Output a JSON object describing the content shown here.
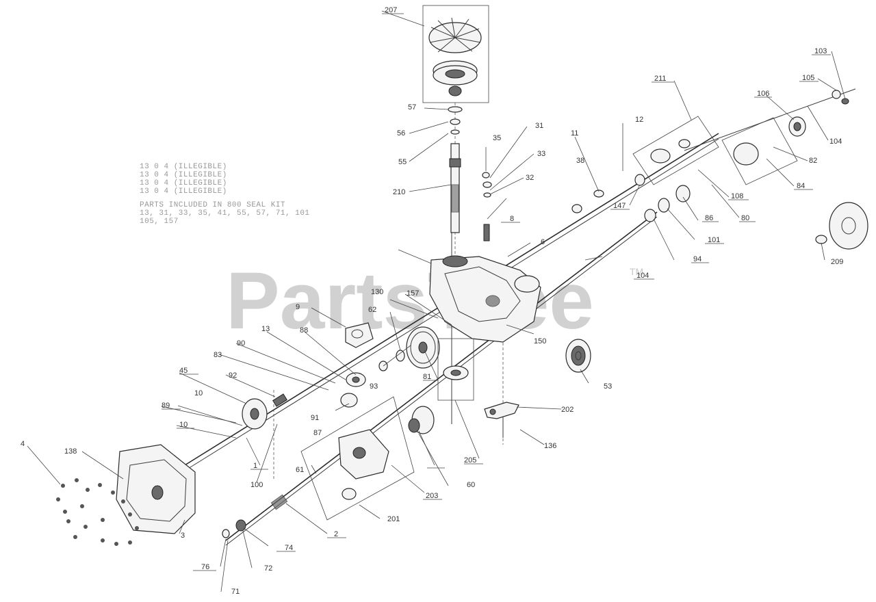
{
  "watermark": "PartsTree",
  "trademark": "TM",
  "notes": [
    "13 0 4 (ILLEGIBLE)",
    "13 0 4 (ILLEGIBLE)",
    "13 0 4 (ILLEGIBLE)",
    "13 0 4 (ILLEGIBLE)",
    "PARTS INCLUDED IN 800 SEAL KIT",
    "13, 31, 33, 35, 41, 55, 57, 71, 101",
    "105, 157"
  ],
  "callouts": [
    {
      "id": "c01",
      "label": "207"
    },
    {
      "id": "c02",
      "label": "57"
    },
    {
      "id": "c03",
      "label": "56"
    },
    {
      "id": "c04",
      "label": "55"
    },
    {
      "id": "c05",
      "label": "210"
    },
    {
      "id": "c06",
      "label": "35"
    },
    {
      "id": "c07",
      "label": "31"
    },
    {
      "id": "c08",
      "label": "33"
    },
    {
      "id": "c09",
      "label": "32"
    },
    {
      "id": "c10",
      "label": "11"
    },
    {
      "id": "c11",
      "label": "12"
    },
    {
      "id": "c12",
      "label": "211"
    },
    {
      "id": "c13",
      "label": "106"
    },
    {
      "id": "c14",
      "label": "105"
    },
    {
      "id": "c15",
      "label": "103"
    },
    {
      "id": "c16",
      "label": "104"
    },
    {
      "id": "c17",
      "label": "82"
    },
    {
      "id": "c18",
      "label": "84"
    },
    {
      "id": "c19",
      "label": "108"
    },
    {
      "id": "c20",
      "label": "147"
    },
    {
      "id": "c21",
      "label": "86"
    },
    {
      "id": "c22",
      "label": "80"
    },
    {
      "id": "c23",
      "label": "101"
    },
    {
      "id": "c24",
      "label": "94"
    },
    {
      "id": "c25",
      "label": "209"
    },
    {
      "id": "c26",
      "label": "8"
    },
    {
      "id": "c27",
      "label": "6"
    },
    {
      "id": "c28",
      "label": "104"
    },
    {
      "id": "c29",
      "label": "130"
    },
    {
      "id": "c30",
      "label": "157"
    },
    {
      "id": "c31",
      "label": "62"
    },
    {
      "id": "c32",
      "label": "9"
    },
    {
      "id": "c33",
      "label": "13"
    },
    {
      "id": "c34",
      "label": "88"
    },
    {
      "id": "c35",
      "label": "90"
    },
    {
      "id": "c36",
      "label": "83"
    },
    {
      "id": "c37",
      "label": "92"
    },
    {
      "id": "c38",
      "label": "81"
    },
    {
      "id": "c39",
      "label": "93"
    },
    {
      "id": "c40",
      "label": "150"
    },
    {
      "id": "c41",
      "label": "53"
    },
    {
      "id": "c42",
      "label": "202"
    },
    {
      "id": "c43",
      "label": "136"
    },
    {
      "id": "c44",
      "label": "45"
    },
    {
      "id": "c45",
      "label": "10"
    },
    {
      "id": "c46",
      "label": "89"
    },
    {
      "id": "c47",
      "label": "10"
    },
    {
      "id": "c48",
      "label": "91"
    },
    {
      "id": "c49",
      "label": "87"
    },
    {
      "id": "c50",
      "label": "1"
    },
    {
      "id": "c51",
      "label": "100"
    },
    {
      "id": "c52",
      "label": "61"
    },
    {
      "id": "c53",
      "label": "203"
    },
    {
      "id": "c54",
      "label": "60"
    },
    {
      "id": "c55",
      "label": "205"
    },
    {
      "id": "c56",
      "label": "201"
    },
    {
      "id": "c57",
      "label": "2"
    },
    {
      "id": "c58",
      "label": "74"
    },
    {
      "id": "c59",
      "label": "72"
    },
    {
      "id": "c60",
      "label": "76"
    },
    {
      "id": "c61",
      "label": "71"
    },
    {
      "id": "c62",
      "label": "3"
    },
    {
      "id": "c63",
      "label": "138"
    },
    {
      "id": "c64",
      "label": "4"
    },
    {
      "id": "c65",
      "label": "38"
    }
  ]
}
